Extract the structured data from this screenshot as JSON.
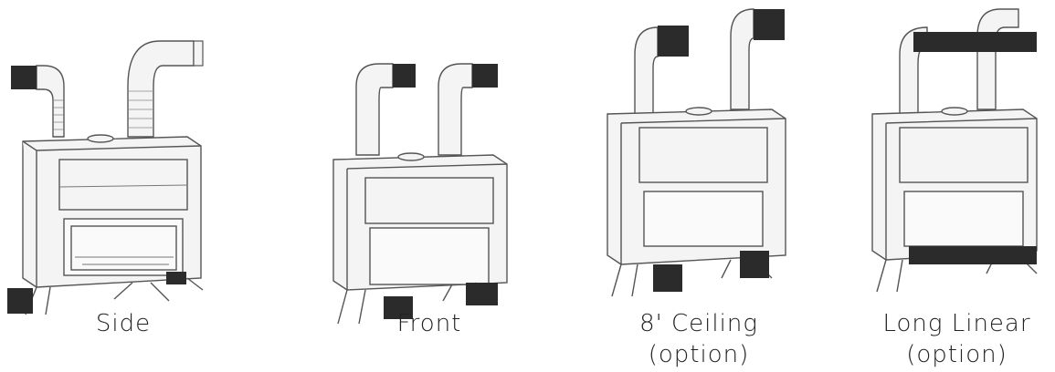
{
  "panels": [
    {
      "key": "side",
      "caption": "Side"
    },
    {
      "key": "front",
      "caption": "Front"
    },
    {
      "key": "ceil",
      "caption_line1": "8' Ceiling",
      "caption_line2": "(option)"
    },
    {
      "key": "linear",
      "caption_line1": "Long Linear",
      "caption_line2": "(option)"
    }
  ],
  "colors": {
    "line": "#555555",
    "fill": "#f4f4f4",
    "grille": "#2b2b2b",
    "glass": "#fafafa"
  }
}
